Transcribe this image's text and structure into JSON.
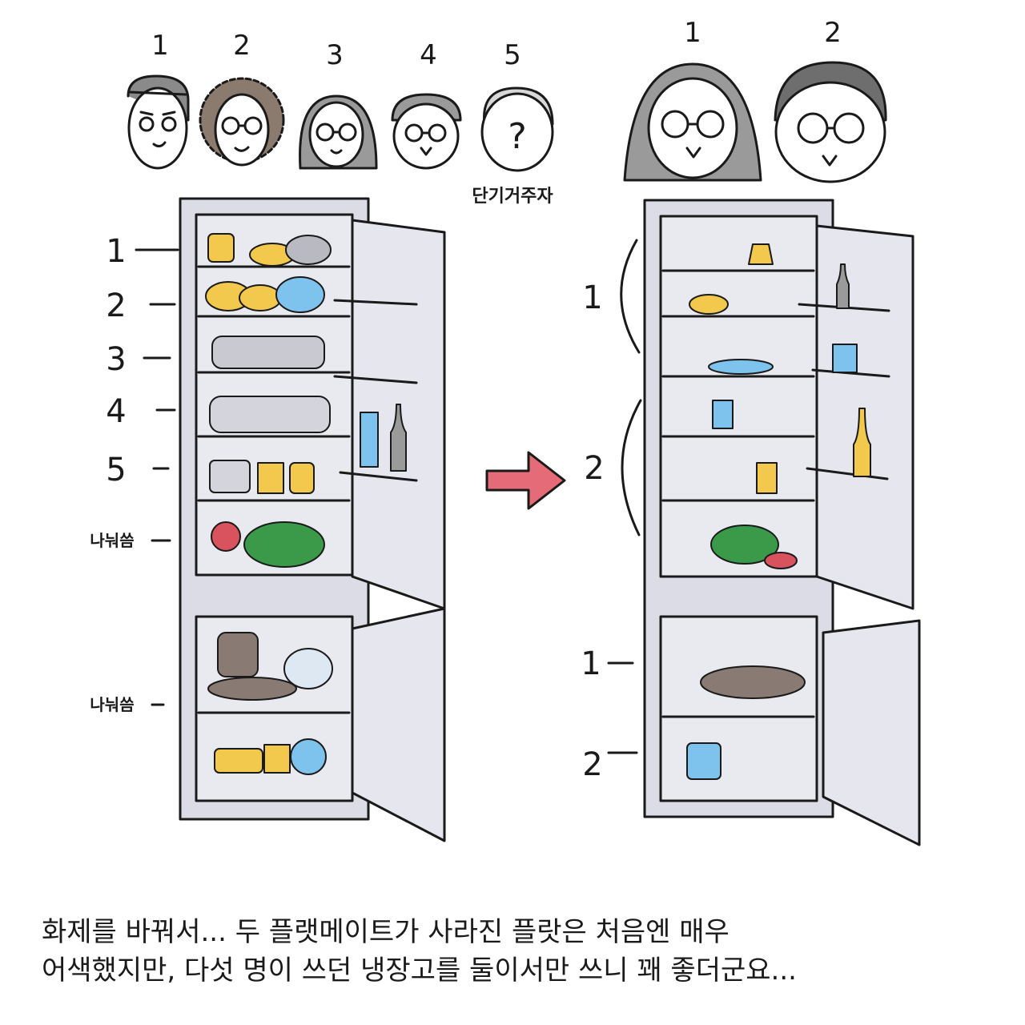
{
  "before": {
    "people": [
      {
        "number": "1",
        "hair": "short-dark"
      },
      {
        "number": "2",
        "hair": "curly-brown"
      },
      {
        "number": "3",
        "hair": "long-gray"
      },
      {
        "number": "4",
        "hair": "short-gray"
      },
      {
        "number": "5",
        "hair": "unknown"
      }
    ],
    "unknown_mark": "?",
    "short_term_label": "단기거주자",
    "shelf_labels": [
      "1",
      "2",
      "3",
      "4",
      "5"
    ],
    "shared_label_fridge": "나눠씀",
    "shared_label_freezer": "나눠씀"
  },
  "after": {
    "people": [
      {
        "number": "1",
        "hair": "long-gray"
      },
      {
        "number": "2",
        "hair": "short-gray"
      }
    ],
    "fridge_labels": [
      "1",
      "2"
    ],
    "freezer_labels": [
      "1",
      "2"
    ]
  },
  "caption": {
    "line1": "화제를 바꿔서... 두 플랫메이트가 사라진 플랏은 처음엔 매우",
    "line2": "어색했지만, 다섯 명이 쓰던 냉장고를 둘이서만 쓰니 꽤 좋더군요..."
  },
  "colors": {
    "fridge_body": "#dcdce6",
    "ink": "#1a1a1a",
    "food_yellow": "#f2c94c",
    "food_blue": "#7ec3ee",
    "food_green": "#3a9a4a",
    "food_red": "#d9535f",
    "food_brown": "#8a7a74",
    "arrow": "#e56b78",
    "hair_dark": "#3c3c3c",
    "hair_brown": "#8b7b6e",
    "hair_gray": "#9a9a9a"
  }
}
